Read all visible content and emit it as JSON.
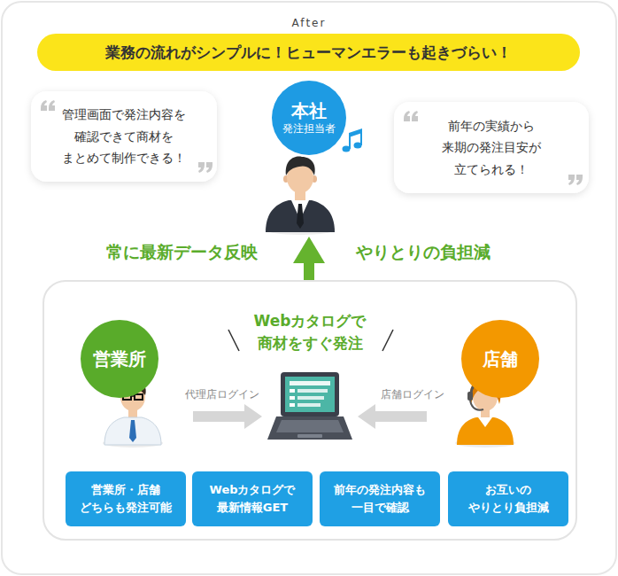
{
  "diagram": {
    "nodes": [
      {
        "text": [
          "業務の流れがシンプルに！ヒューマンエラーも起きづらい！"
        ]
      },
      {
        "text": [
          "管理画面で発注内容を 確認できて商材を まとめて制作できる！"
        ]
      },
      {
        "text": [
          "本社",
          "発注担当者"
        ]
      },
      {
        "text": [
          "前年の実績から 来期の発注目安が 立てられる！"
        ]
      },
      {
        "text": [
          "Webカタログで 商材をすぐ発注"
        ]
      },
      {
        "text": [
          "営業所"
        ],
        "in": 4
      },
      {
        "text": [
          "店舗"
        ],
        "in": 4
      },
      {
        "text": [
          "営業所・店舗 どちらも発注可能"
        ],
        "in": 4
      },
      {
        "text": [
          "Webカタログで 最新情報GET"
        ],
        "in": 4
      },
      {
        "text": [
          "前年の発注内容も 一目で確認"
        ],
        "in": 4
      },
      {
        "text": [
          "お互いの やりとり負担減"
        ],
        "in": 4
      }
    ],
    "edges": [
      {
        "from": 4,
        "to": 2,
        "arrow": "to"
      }
    ],
    "labels": [
      "After",
      "常に最新データ反映",
      "やりとりの負担減",
      "代理店ログイン",
      "店舗ログイン"
    ]
  }
}
